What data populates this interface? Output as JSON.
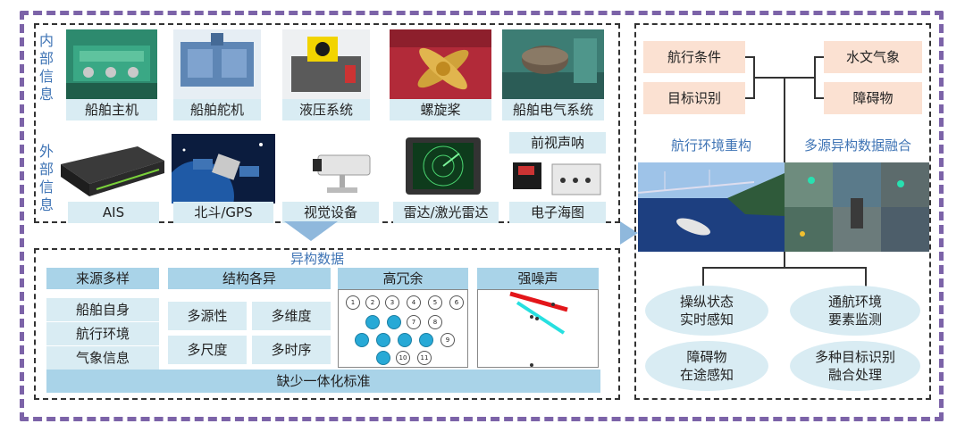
{
  "labels": {
    "internal_info": "内部信息",
    "external_info": "外部信息",
    "heterogeneous_data": "异构数据",
    "env_reconstruction": "航行环境重构",
    "multisource_fusion": "多源异构数据融合"
  },
  "internal_items": [
    "船舶主机",
    "船舶舵机",
    "液压系统",
    "螺旋桨",
    "船舶电气系统"
  ],
  "external_items": [
    "AIS",
    "北斗/GPS",
    "视觉设备",
    "雷达/激光雷达",
    "前视声呐",
    "电子海图"
  ],
  "hetero": {
    "col1_header": "来源多样",
    "col1_items": [
      "船舶自身",
      "航行环境",
      "气象信息"
    ],
    "col2_header": "结构各异",
    "col2_items": [
      "多源性",
      "多维度",
      "多尺度",
      "多时序"
    ],
    "col3_header": "高冗余",
    "col3_circles": [
      "1",
      "2",
      "3",
      "4",
      "5",
      "6",
      "7",
      "8",
      "9",
      "10",
      "11"
    ],
    "col4_header": "强噪声",
    "bottom_bar": "缺少一体化标准"
  },
  "right": {
    "top_left": [
      "航行条件",
      "目标识别"
    ],
    "top_right": [
      "水文气象",
      "障碍物"
    ],
    "bottom_items": [
      "操纵状态\n实时感知",
      "通航环境\n要素监测",
      "障碍物\n在途感知",
      "多种目标识别\n融合处理"
    ]
  },
  "colors": {
    "frame_purple": "#7c63a8",
    "label_blue": "#3f74b5",
    "header_blue": "#a9d3e8",
    "pale_blue": "#d9ecf3",
    "salmon": "#fbe1d2",
    "noise_red": "#e3161a",
    "noise_cyan": "#27e0e0"
  }
}
